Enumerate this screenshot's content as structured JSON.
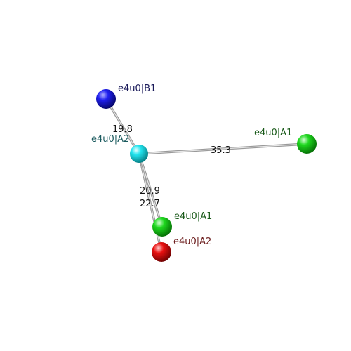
{
  "nodes": {
    "b1": {
      "label": "e4u0|B1",
      "color": "#0a0ae0",
      "label_color": "#1a1a5a"
    },
    "a2_center": {
      "label": "e4u0|A2",
      "color": "#22dde8",
      "label_color": "#1a5a5e"
    },
    "a1_right": {
      "label": "e4u0|A1",
      "color": "#16d416",
      "label_color": "#1a5a1a"
    },
    "a1_lower": {
      "label": "e4u0|A1",
      "color": "#16d416",
      "label_color": "#1a5a1a"
    },
    "a2_red": {
      "label": "e4u0|A2",
      "color": "#e00a0a",
      "label_color": "#6a1a1a"
    }
  },
  "edges": {
    "b1_a2": {
      "distance": "19.8"
    },
    "a2_a1_right": {
      "distance": "35.3"
    },
    "a2_a1_lower": {
      "distance": "20.9"
    },
    "a2_a2_red": {
      "distance": "22.7"
    }
  }
}
